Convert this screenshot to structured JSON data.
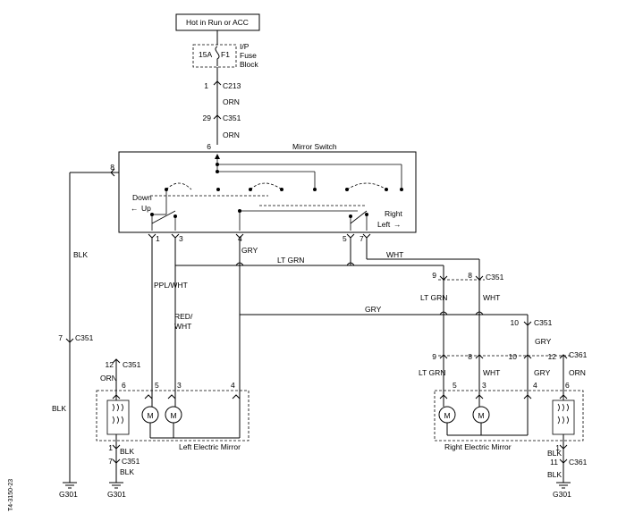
{
  "power_source": "Hot in Run or ACC",
  "fuse": {
    "rating": "15A",
    "id": "F1",
    "block": [
      "I/P",
      "Fuse",
      "Block"
    ]
  },
  "feed": [
    {
      "pin": "1",
      "conn": "C213",
      "wire": "ORN"
    },
    {
      "pin": "29",
      "conn": "C351",
      "wire": "ORN"
    }
  ],
  "switch": {
    "title": "Mirror Switch",
    "pin_in": "6",
    "ground_pin": "8",
    "labels": {
      "down": "Down",
      "up": "Up",
      "right": "Right",
      "left": "Left"
    },
    "arrows": {
      "up": "←",
      "left": "→"
    },
    "pins_bottom": [
      "1",
      "3",
      "4",
      "5",
      "7"
    ]
  },
  "wires": {
    "ground": "BLK",
    "ltgrn": "LT GRN",
    "wht": "WHT",
    "gry": "GRY",
    "ppl_wht": "PPL/WHT",
    "red_wht": [
      "RED/",
      "WHT"
    ],
    "orn": "ORN"
  },
  "connectors": {
    "c351": "C351",
    "c361": "C361",
    "p7": "7",
    "p9": "9",
    "p8": "8",
    "p10": "10",
    "p12": "12",
    "p11": "11",
    "p1": "1",
    "p3": "3",
    "p4": "4",
    "p5": "5",
    "p6": "6"
  },
  "motor_label": "M",
  "left_mirror": {
    "title": "Left Electric Mirror",
    "pins": [
      "6",
      "5",
      "3",
      "4"
    ]
  },
  "right_mirror": {
    "title": "Right Electric Mirror",
    "pins": [
      "5",
      "3",
      "4",
      "6"
    ]
  },
  "grounds": [
    "G301",
    "G301",
    "G301"
  ],
  "figure_id": "T4-3150-23"
}
